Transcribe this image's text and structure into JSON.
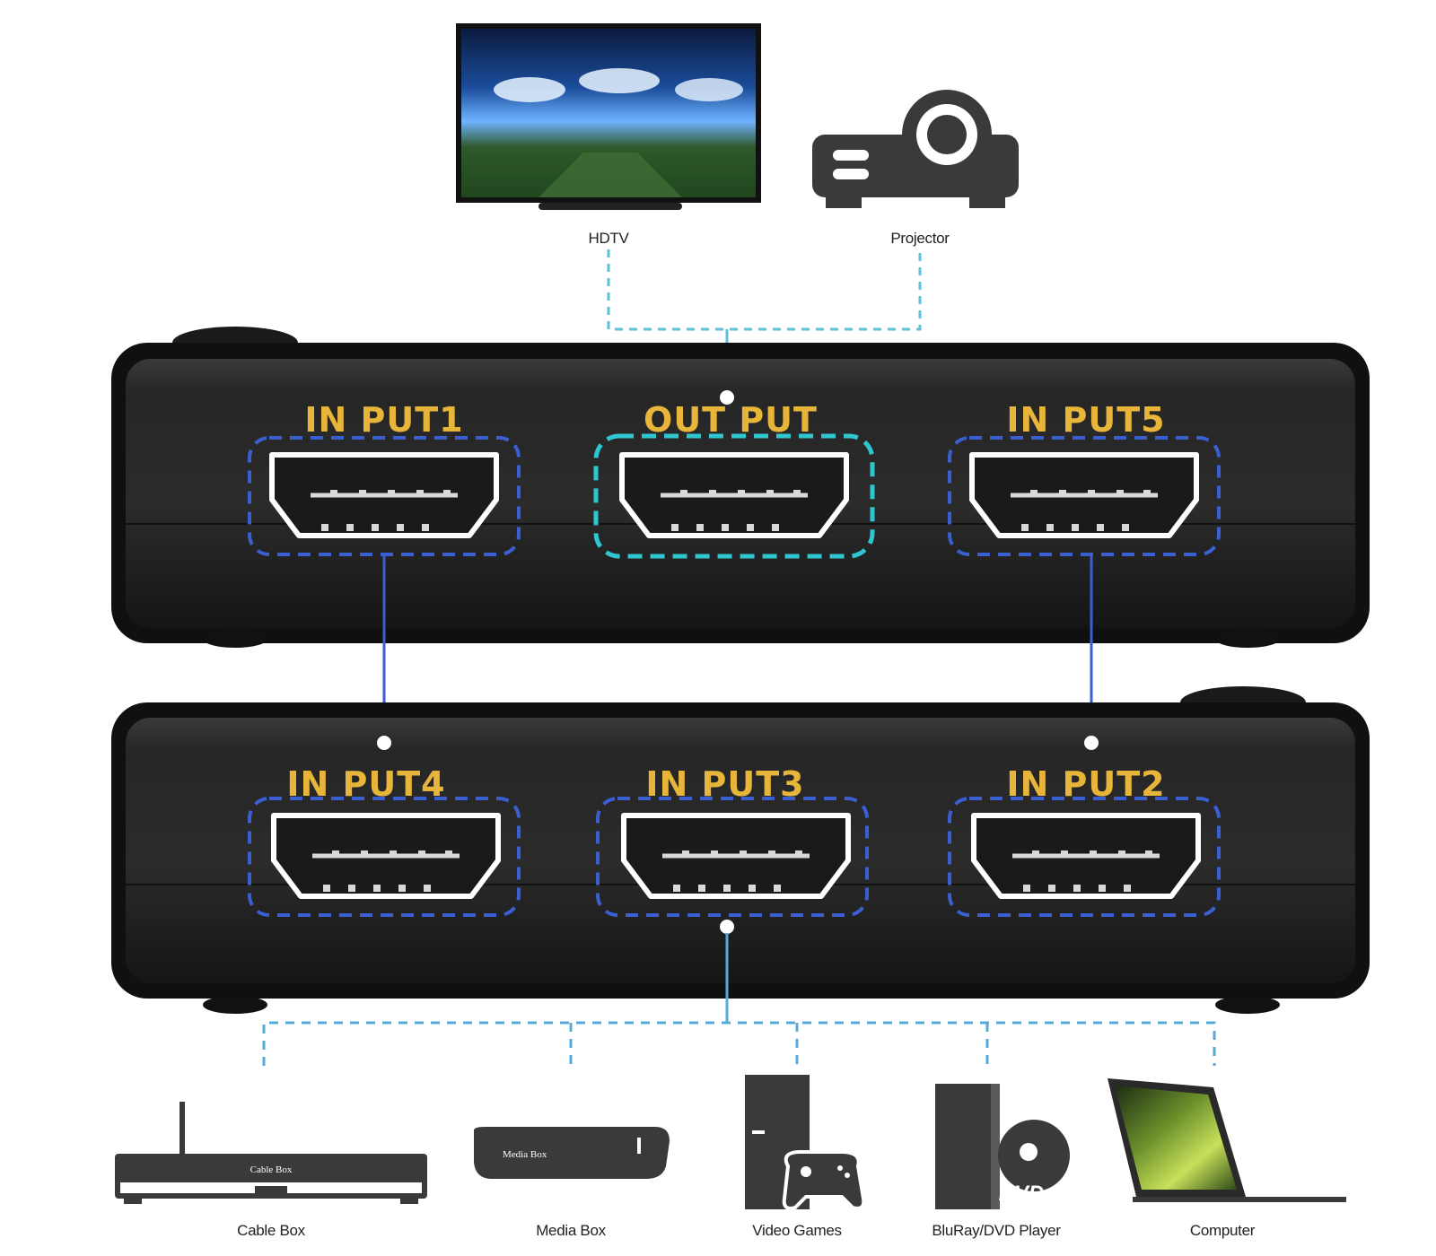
{
  "top_devices": {
    "hdtv": {
      "label": "HDTV"
    },
    "projector": {
      "label": "Projector"
    }
  },
  "switch_top": {
    "ports": [
      {
        "label": "IN PUT1"
      },
      {
        "label": "OUT PUT"
      },
      {
        "label": "IN PUT5"
      }
    ]
  },
  "switch_bottom": {
    "ports": [
      {
        "label": "IN PUT4"
      },
      {
        "label": "IN PUT3"
      },
      {
        "label": "IN PUT2"
      }
    ]
  },
  "bottom_devices": [
    {
      "label": "Cable Box",
      "device_text": "Cable Box"
    },
    {
      "label": "Media Box",
      "device_text": "Media Box"
    },
    {
      "label": "Video Games"
    },
    {
      "label": "BluRay/DVD Player",
      "device_text": "DVD"
    },
    {
      "label": "Computer"
    }
  ],
  "colors": {
    "port_label": "#e7b53a",
    "input_outline": "#3a5fd0",
    "output_outline": "#2fc7cf",
    "connector_line": "#5aa8d8",
    "device_icon": "#3a3a3a",
    "switch_body": "#1c1c1c"
  }
}
